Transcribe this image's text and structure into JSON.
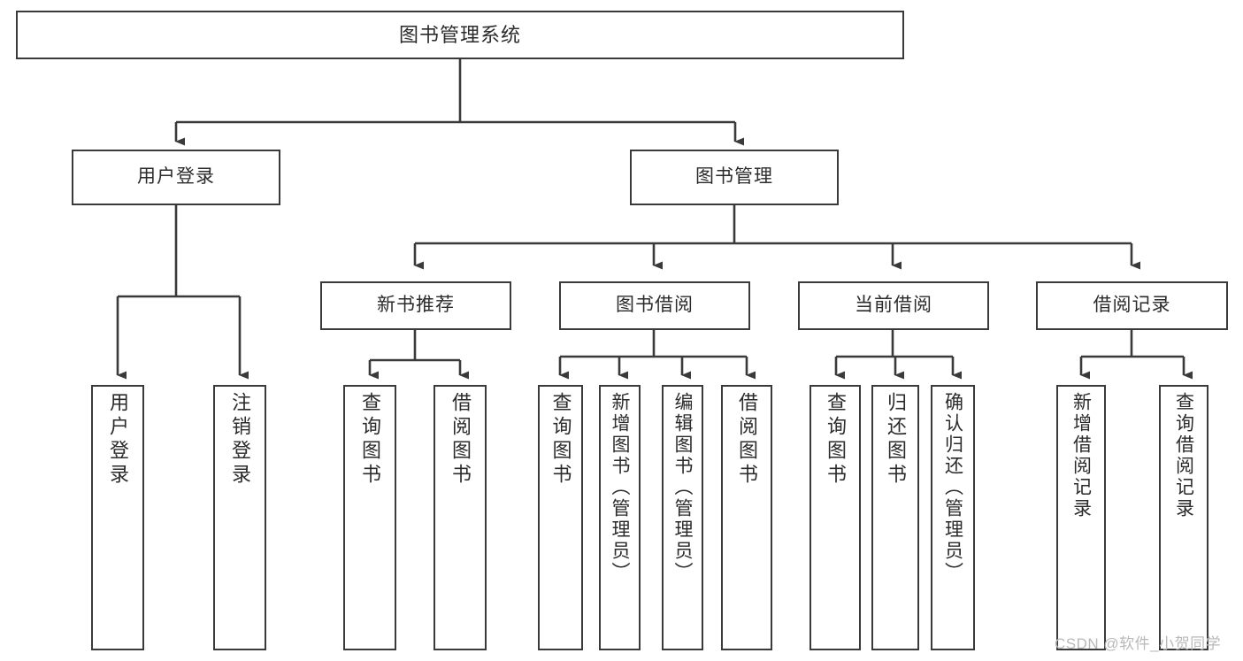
{
  "diagram": {
    "title": "图书管理系统",
    "type": "tree-hierarchy",
    "stroke_color": "#3a3a3a",
    "text_color": "#2b2b2b",
    "background_color": "#ffffff",
    "watermark": "CSDN @软件_小贺同学"
  },
  "nodes": {
    "root": {
      "label": "图书管理系统"
    },
    "level2": [
      {
        "label": "用户登录"
      },
      {
        "label": "图书管理"
      }
    ],
    "level3": [
      {
        "label": "新书推荐"
      },
      {
        "label": "图书借阅"
      },
      {
        "label": "当前借阅"
      },
      {
        "label": "借阅记录"
      }
    ],
    "leaves": {
      "user_login": [
        {
          "label": "用户登录"
        },
        {
          "label": "注销登录"
        }
      ],
      "new_book_recommend": [
        {
          "label": "查询图书"
        },
        {
          "label": "借阅图书"
        }
      ],
      "book_borrow": [
        {
          "label": "查询图书"
        },
        {
          "label": "新增图书（管理员）"
        },
        {
          "label": "编辑图书（管理员）"
        },
        {
          "label": "借阅图书"
        }
      ],
      "current_borrow": [
        {
          "label": "查询图书"
        },
        {
          "label": "归还图书"
        },
        {
          "label": "确认归还（管理员）"
        }
      ],
      "borrow_record": [
        {
          "label": "新增借阅记录"
        },
        {
          "label": "查询借阅记录"
        }
      ]
    }
  }
}
